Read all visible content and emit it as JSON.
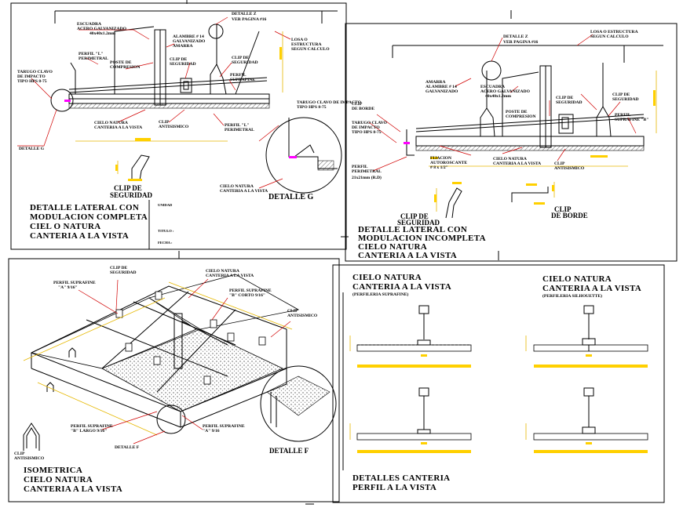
{
  "colors": {
    "line": "#000000",
    "leader": "#d10000",
    "dimension": "#ffd000",
    "highlight": "#ff00ff"
  },
  "panel1": {
    "title_lines": [
      "DETALLE LATERAL CON",
      "MODULACION COMPLETA",
      "CIEL O NATURA",
      "CANTERIA A LA VISTA"
    ],
    "labels": {
      "detalle_z": "DETALLE Z",
      "verpagina": "VER PAGINA #16",
      "escuadra": "ESCUADRA",
      "acero": "ACERO GALVANIZADO",
      "escuadra_dim": "40x40x1.2mm",
      "alambre": "ALAMBRE # 14",
      "galvanizado": "GALVANIZADO",
      "amarra": "AMARRA",
      "losa": "LOSA O",
      "estructura": "ESTRUCTURA",
      "segun": "SEGUN CALCULO",
      "perfil_l": "PERFIL \"L\"",
      "perimetral": "PERIMETRAL",
      "poste": "POSTE DE",
      "compresion": "COMPRESION",
      "clip_seg": "CLIP DE",
      "seguridad": "SEGURIDAD",
      "perfil_supra": "PERFIL",
      "suprafine": "SUPRAFINE",
      "tarugo": "TARUGO CLAVO",
      "de_impacto": "DE IMPACTO",
      "tipo": "TIPO HPS 8-75",
      "cielo": "CIELO NATURA",
      "canteria": "CANTERIA A LA VISTA",
      "clip_anti": "CLIP",
      "antisismico": "ANTISISMICO",
      "perfil_l2": "PERFIL \"L\"",
      "perimetral2": "PERIMETRAL",
      "detalle_g": "DETALLE G",
      "clip_seg_title": "CLIP DE",
      "clip_seg_title2": "SEGURIDAD",
      "tarugo_r": "TARUGO CLAVO DE IMPACTO",
      "tipo_r": "TIPO HPS 8-75",
      "cielo_r": "CIELO NATURA",
      "canteria_r": "CANTERIA A LA VISTA",
      "detalle_g_big": "DETALLE G"
    },
    "titleblock": {
      "unidad": "UNIDAD",
      "titulo": "TITULO :",
      "fecha": "FECHA :"
    }
  },
  "panel2": {
    "title_lines": [
      "DETALLE  LATERAL  CON",
      "MODULACION  INCOMPLETA",
      "CIELO NATURA",
      "CANTERIA A LA VISTA"
    ],
    "labels": {
      "detalle_z": "DETALLE Z",
      "verpagina": "VER PAGINA #16",
      "losa": "LOSA O ESTRUCTURA",
      "segun": "SEGUN CALCULO",
      "amarra": "AMARRA",
      "alambre": "ALAMBRE # 14",
      "galvanizado": "GALVANIZADO",
      "escuadra": "ESCUADRA",
      "acero": "ACERO GALVANIZADO",
      "escuadra_dim": "40x40x1.2mm",
      "clip_seg": "CLIP DE",
      "seguridad": "SEGURIDAD",
      "clip_seg2": "CLIP DE",
      "seguridad2": "SEGURIDAD",
      "clip_borde": "CLIP",
      "de_borde": "DE BORDE",
      "poste": "POSTE DE",
      "compresion": "COMPRESION",
      "perfil_b": "PERFIL",
      "suprafine_b": "SUPRAFINE \"B\"",
      "tarugo": "TARUGO CLAVO",
      "de_impacto": "DE IMPACTO",
      "tipo": "TIPO HPS 8-75",
      "fijacion": "FIJACION",
      "autoroscante": "AUTOROSCANTE",
      "fij_dim": "# 8 x 1/2\"",
      "cielo": "CIELO NATURA",
      "canteria": "CANTERIA A LA VISTA",
      "clip_anti": "CLIP",
      "antisismico": "ANTISISMICO",
      "perfil_per": "PERFIL",
      "perimetral": "PERIMETRAL",
      "perim_dim": "21x21mm (R.D)",
      "clip_seg_title": "CLIP DE",
      "clip_seg_title2": "SEGURIDAD",
      "clip_borde_title": "CLIP",
      "clip_borde_title2": "DE BORDE"
    }
  },
  "panel3": {
    "title_lines": [
      "ISOMETRICA",
      "CIELO NATURA",
      "CANTERIA A LA VISTA"
    ],
    "labels": {
      "clip_seg": "CLIP DE",
      "seguridad": "SEGURIDAD",
      "cielo": "CIELO NATURA",
      "canteria": "CANTERIA A LA VISTA",
      "perfil_a": "PERFIL SUPRAFINE",
      "perfil_a2": "\"A\" 9/16\"",
      "perfil_b": "PERFIL SUPRAFINE",
      "perfil_b2": "\"B\" CORTO 9/16\"",
      "clip_anti": "CLIP",
      "antisismico": "ANTISISMICO",
      "perfil_bl": "PERFIL SUPRAFINE",
      "perfil_bl2": "\"B\" LARGO 9/16\"",
      "perfil_a3": "PERFIL SUPRAFINE",
      "perfil_a4": "\"A\" 9/16",
      "clip_anti2": "CLIP",
      "antisismico2": "ANTISISMICO",
      "detalle_f": "DETALLE F",
      "detalle_f_big": "DETALLE F"
    }
  },
  "panel4": {
    "left_title": [
      "CIELO NATURA",
      "CANTERIA A LA VISTA"
    ],
    "left_sub": "(PERFILERIA SUPRAFINE)",
    "right_title": [
      "CIELO NATURA",
      "CANTERIA A LA VISTA"
    ],
    "right_sub": "(PERFILERIA SILHOUETTE)",
    "bottom_title": [
      "DETALLES CANTERIA",
      "PERFIL A LA VISTA"
    ]
  }
}
